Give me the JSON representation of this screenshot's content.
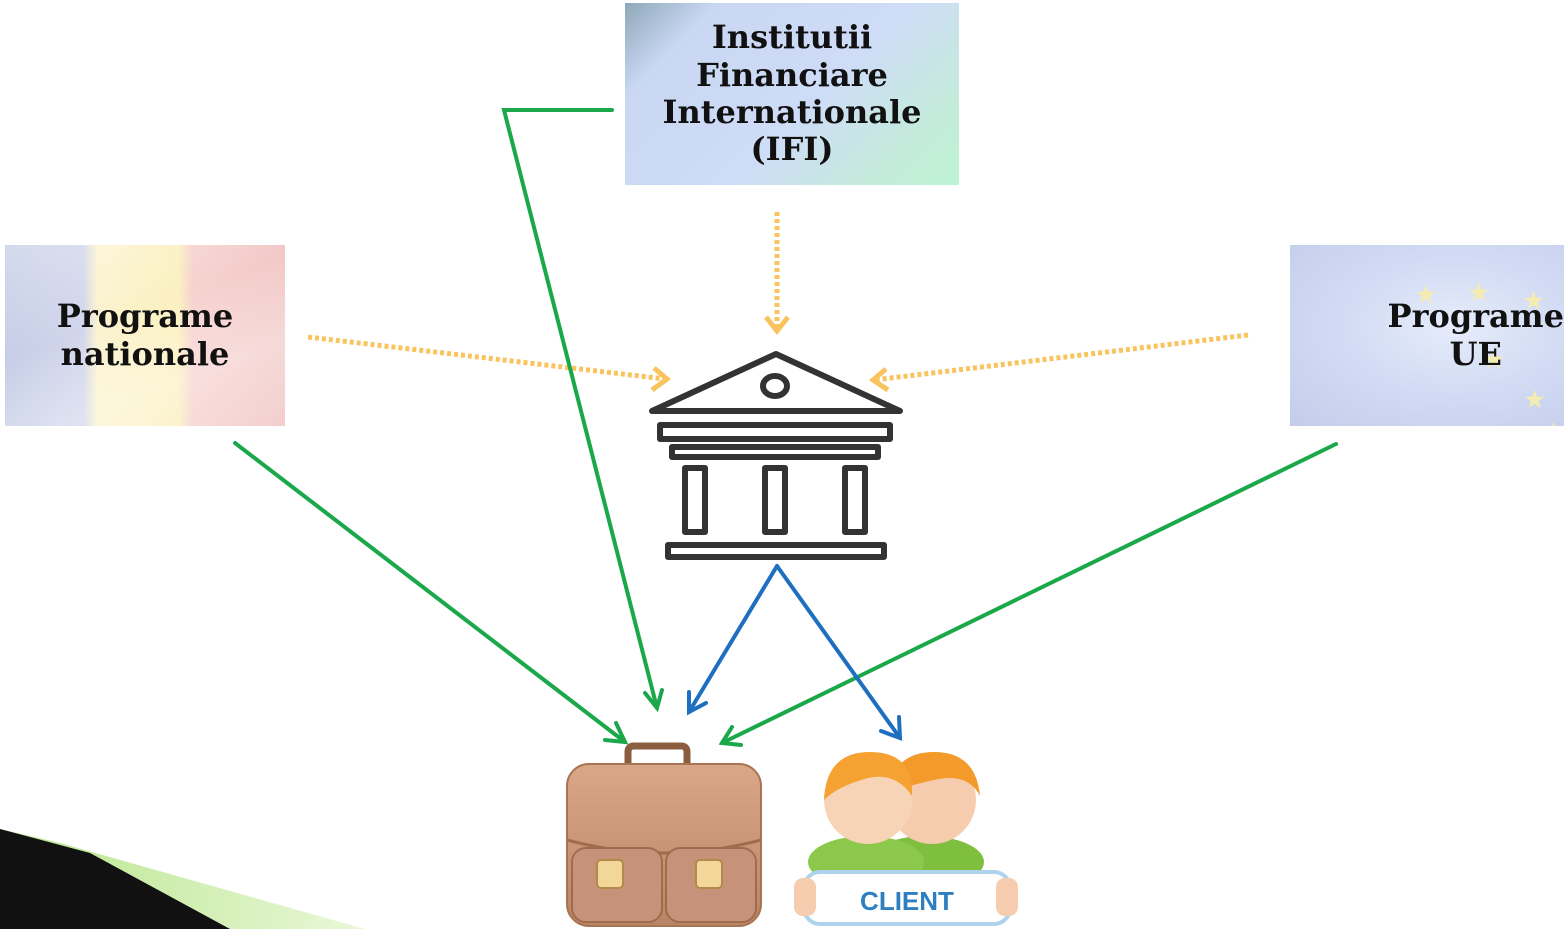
{
  "boxes": {
    "ifi": "Institutii\nFinanciare\nInternationale\n(IFI)",
    "national": "Programe\nnationale",
    "eu": "Programe\nUE"
  },
  "client_sign": "CLIENT",
  "icons": [
    "bank-building-icon",
    "briefcase-icon",
    "client-people-icon",
    "eu-flag-stars",
    "romania-flag"
  ],
  "colors": {
    "green_arrow": "#1aa84a",
    "blue_arrow": "#1f6fc0",
    "dotted_arrow": "#f9c35d",
    "bank_outline": "#333333"
  }
}
